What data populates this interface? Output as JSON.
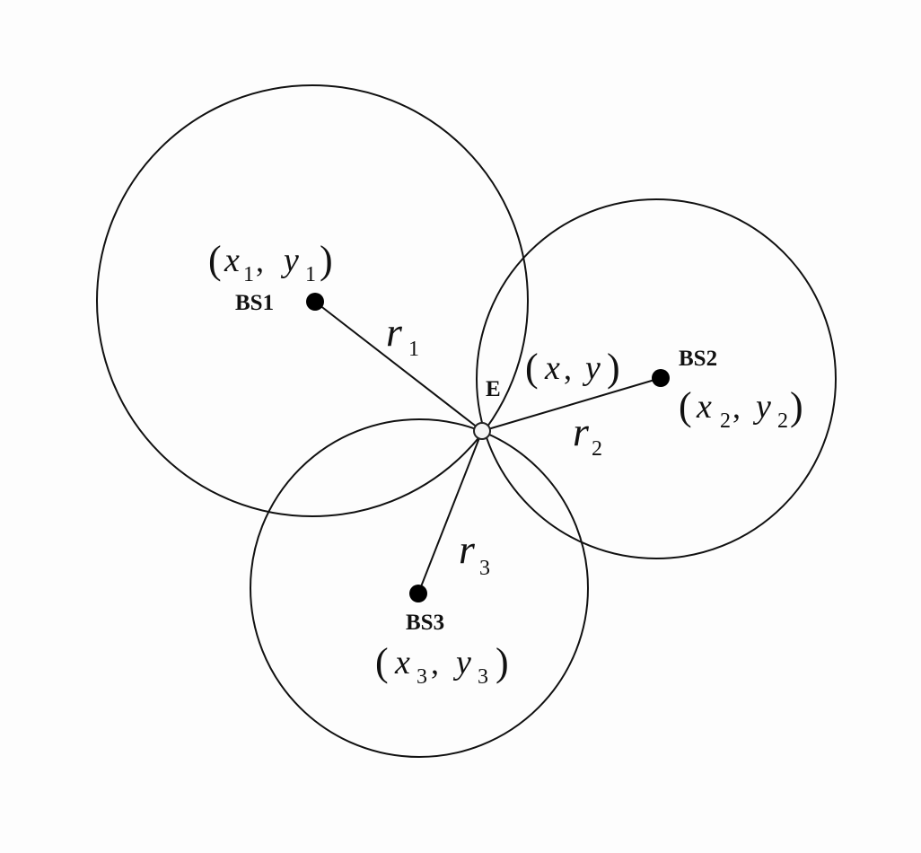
{
  "diagram": {
    "base_stations": [
      {
        "label": "BS1",
        "coord_x": "x",
        "coord_x_sub": "1",
        "coord_y": "y",
        "coord_y_sub": "1",
        "range_var": "r",
        "range_sub": "1"
      },
      {
        "label": "BS2",
        "coord_x": "x",
        "coord_x_sub": "2",
        "coord_y": "y",
        "coord_y_sub": "2",
        "range_var": "r",
        "range_sub": "2"
      },
      {
        "label": "BS3",
        "coord_x": "x",
        "coord_x_sub": "3",
        "coord_y": "y",
        "coord_y_sub": "3",
        "range_var": "r",
        "range_sub": "3"
      }
    ],
    "target": {
      "label": "E",
      "coord_x": "x",
      "coord_y": "y"
    },
    "punct": {
      "open": "(",
      "close": ")",
      "comma": ","
    }
  }
}
